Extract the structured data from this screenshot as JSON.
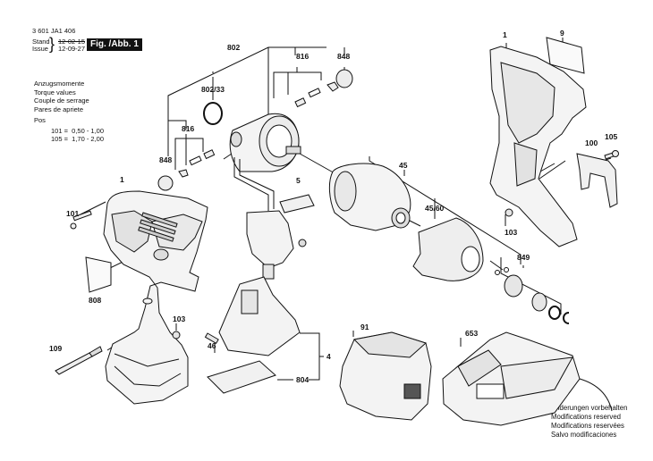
{
  "header": {
    "part_number": "3 601 JA1 406",
    "stand_label": "Stand",
    "issue_label": "Issue",
    "stand_date_struck": "12-02-15",
    "issue_date": "12-09-27",
    "figure_badge": "Fig. /Abb. 1"
  },
  "torque_legend": {
    "lines": [
      "Anzugsmomente",
      "Torque values",
      "Couple de serrage",
      "Pares de apriete"
    ],
    "pos_label": "Pos",
    "values": [
      {
        "pos": "101 =",
        "range": "0,50 - 1,00"
      },
      {
        "pos": "105 =",
        "range": "1,70 - 2,00"
      }
    ]
  },
  "modifications_notice": [
    "Änderungen vorbehalten",
    "Modifications reserved",
    "Modifications reservées",
    "Salvo modificaciones"
  ],
  "parts": {
    "p802": "802",
    "p802_33": "802/33",
    "p816_top": "816",
    "p848_top": "848",
    "p816_left": "816",
    "p848_left": "848",
    "p1_left": "1",
    "p101": "101",
    "p808": "808",
    "p103_left": "103",
    "p109": "109",
    "p5": "5",
    "p46": "46",
    "p4": "4",
    "p804": "804",
    "p91": "91",
    "p45": "45",
    "p45_60": "45/60",
    "p1_right": "1",
    "p9": "9",
    "p100": "100",
    "p105": "105",
    "p103_right": "103",
    "p849": "849",
    "p653": "653"
  },
  "colors": {
    "ink": "#111111",
    "background": "#ffffff",
    "badge_bg": "#111111",
    "badge_text": "#ffffff",
    "part_fill": "#f2f2f2",
    "part_shade": "#d8d8d8"
  }
}
